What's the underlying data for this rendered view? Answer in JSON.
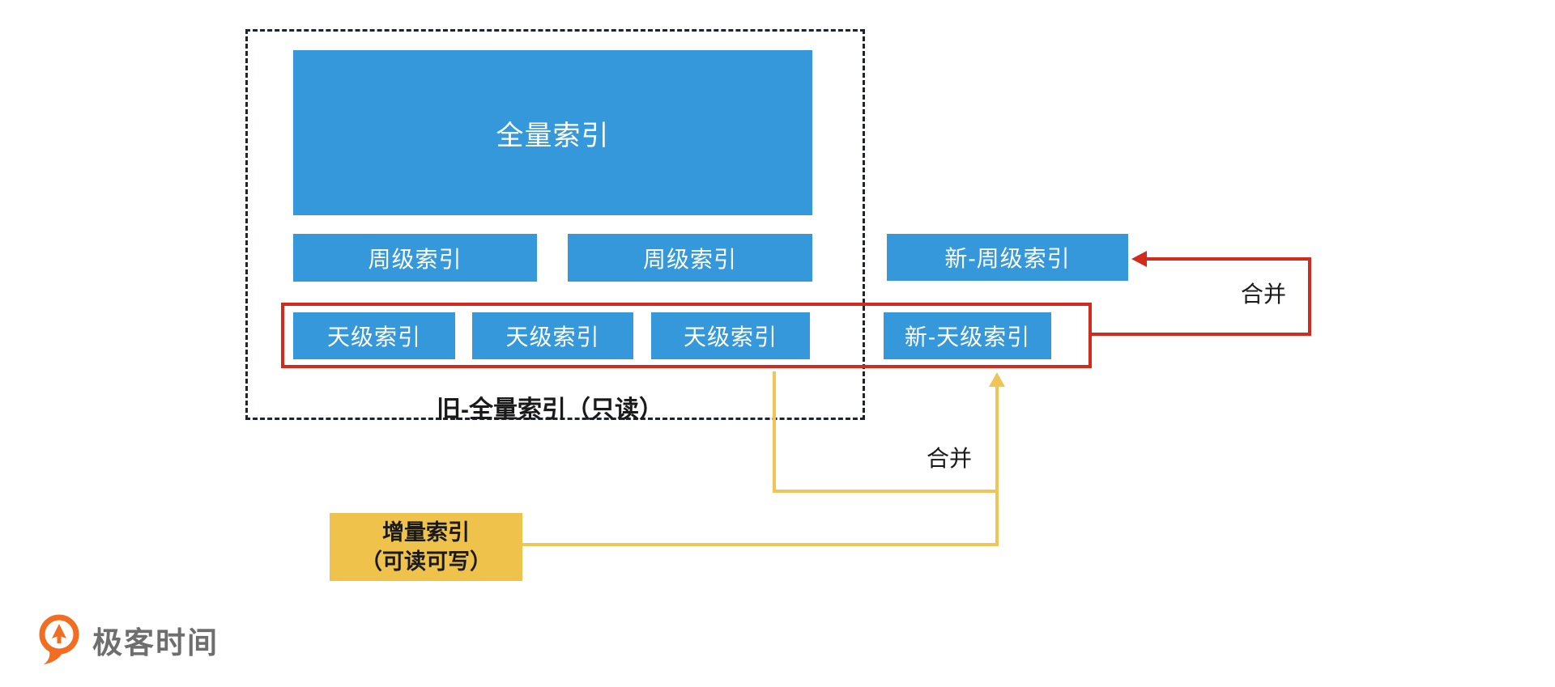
{
  "colors": {
    "blue": "#3498db",
    "red": "#d22b1e",
    "yellow_box": "#efc24b",
    "yellow_line": "#f0c455",
    "dash": "#1e2235",
    "text_dark": "#1a1a1a",
    "logo_orange": "#f26c21",
    "logo_gray": "#6e6e6e"
  },
  "diagram": {
    "full_index_label": "全量索引",
    "week_indexes": [
      "周级索引",
      "周级索引"
    ],
    "new_week_index_label": "新-周级索引",
    "day_indexes": [
      "天级索引",
      "天级索引",
      "天级索引"
    ],
    "new_day_index_label": "新-天级索引",
    "old_full_index_label": "旧-全量索引（只读）",
    "merge_label_red": "合并",
    "merge_label_yellow": "合并",
    "incremental_index": {
      "line1": "增量索引",
      "line2": "（可读可写）"
    }
  },
  "logo": {
    "text": "极客时间"
  }
}
